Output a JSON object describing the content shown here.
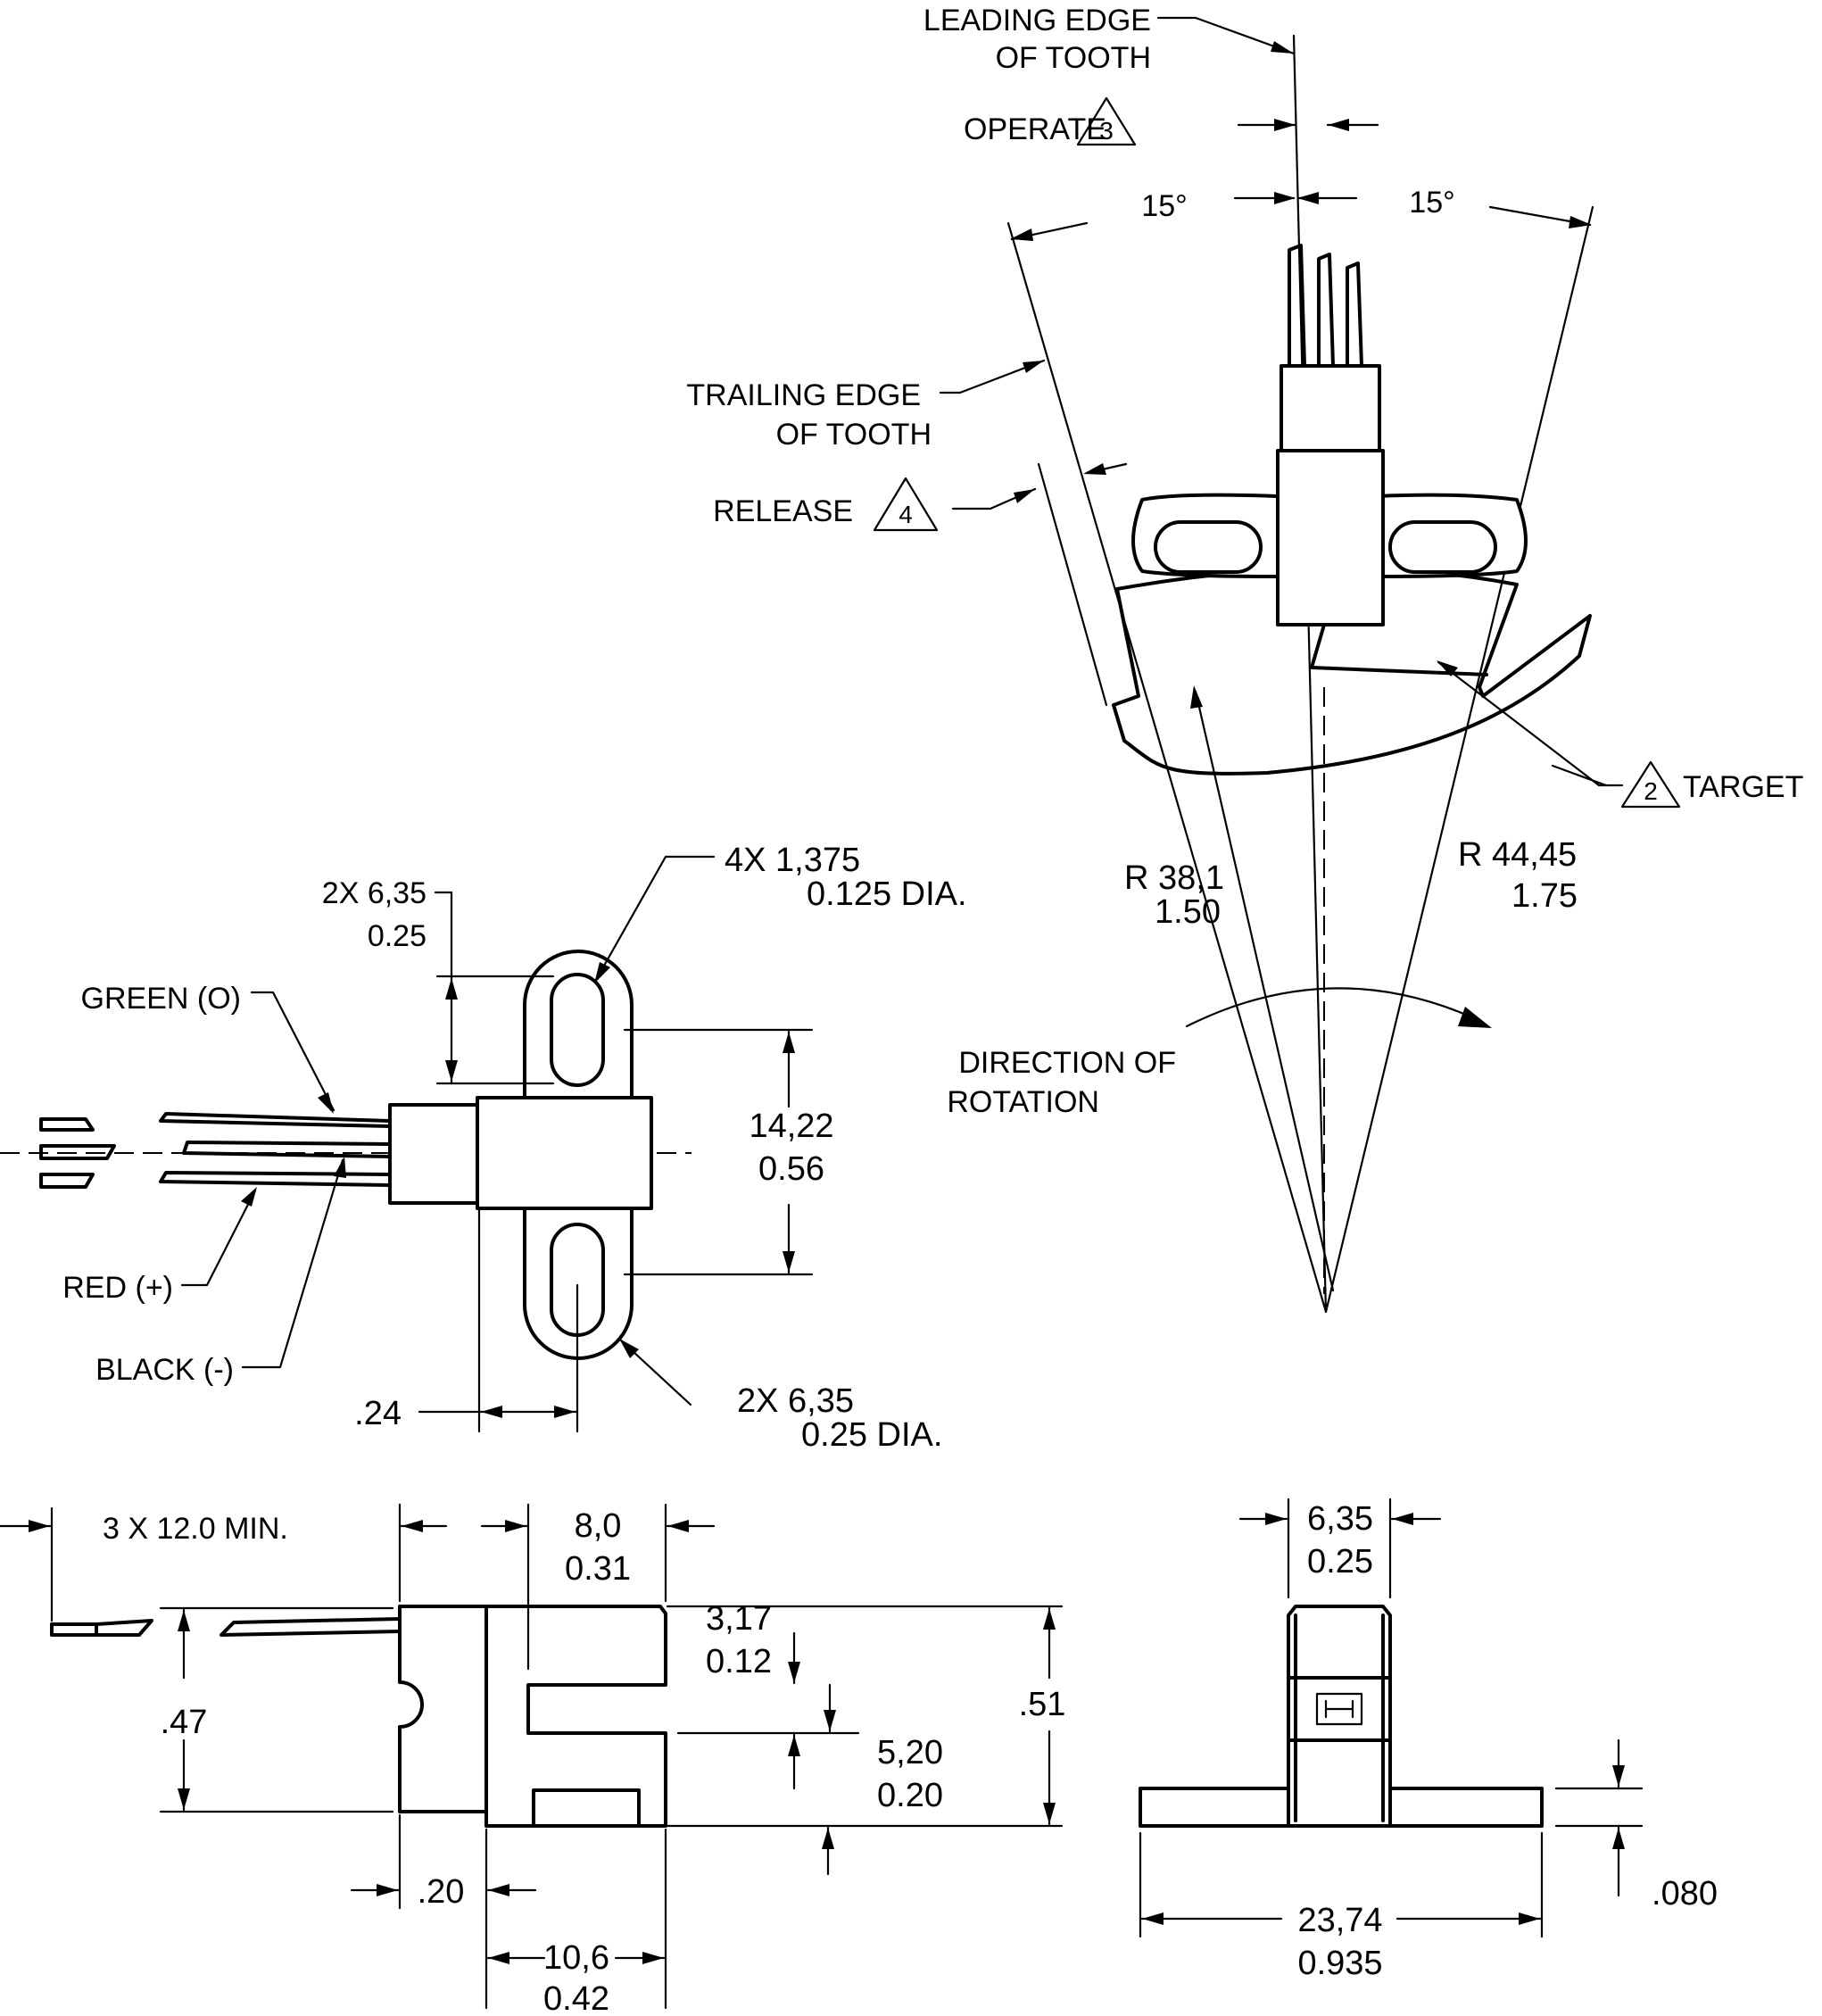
{
  "top_view": {
    "leading_edge": [
      "LEADING EDGE",
      "OF TOOTH"
    ],
    "operate": "OPERATE",
    "operate_note": "3",
    "angle_left": "15°",
    "angle_right": "15°",
    "trailing_edge": [
      "TRAILING EDGE",
      "OF TOOTH"
    ],
    "release": "RELEASE",
    "release_note": "4",
    "target_note": "2",
    "target": "TARGET",
    "r_inner": [
      "R 38,1",
      "1.50"
    ],
    "r_outer": [
      "R 44,45",
      "1.75"
    ],
    "rotation": [
      "DIRECTION OF",
      "ROTATION"
    ]
  },
  "side_view": {
    "slot_dim": [
      "4X  1,375",
      "0.125 DIA."
    ],
    "width_dim": [
      "2X 6,35",
      "0.25"
    ],
    "green": "GREEN (O)",
    "red": "RED (+)",
    "black": "BLACK (-)",
    "hole_spacing": [
      "14,22",
      "0.56"
    ],
    "offset": ".24",
    "hole_dim": [
      "2X  6,35",
      "0.25 DIA."
    ]
  },
  "front_view": {
    "leads": "3 X  12.0 MIN.",
    "slot_width": [
      "8,0",
      "0.31"
    ],
    "gap_top": [
      "3,17",
      "0.12"
    ],
    "gap_bottom": [
      "5,20",
      "0.20"
    ],
    "height_total": ".51",
    "lead_height": ".47",
    "back_width": ".20",
    "body_width": [
      "10,6",
      "0.42"
    ]
  },
  "end_view": {
    "top_width": [
      "6,35",
      "0.25"
    ],
    "flange_width": [
      "23,74",
      "0.935"
    ],
    "flange_thickness": ".080"
  }
}
